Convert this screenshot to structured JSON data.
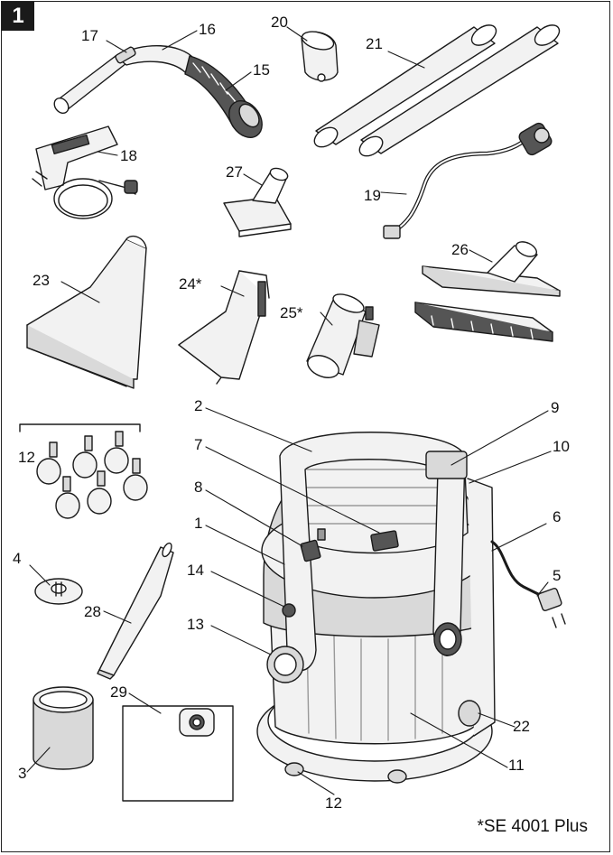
{
  "figure": {
    "number": "1",
    "footnote": "*SE 4001 Plus"
  },
  "labels": {
    "l1": "1",
    "l2": "2",
    "l3": "3",
    "l4": "4",
    "l5": "5",
    "l6": "6",
    "l7": "7",
    "l8": "8",
    "l9": "9",
    "l10": "10",
    "l11": "11",
    "l12a": "12",
    "l12b": "12",
    "l13": "13",
    "l14": "14",
    "l15": "15",
    "l16": "16",
    "l17": "17",
    "l18": "18",
    "l19": "19",
    "l20": "20",
    "l21": "21",
    "l22": "22",
    "l23": "23",
    "l24": "24*",
    "l25": "25*",
    "l26": "26",
    "l27": "27",
    "l28": "28",
    "l29": "29"
  },
  "colors": {
    "line": "#1a1a1a",
    "light_fill": "#f2f2f2",
    "mid_fill": "#d9d9d9",
    "dark_fill": "#555555"
  }
}
